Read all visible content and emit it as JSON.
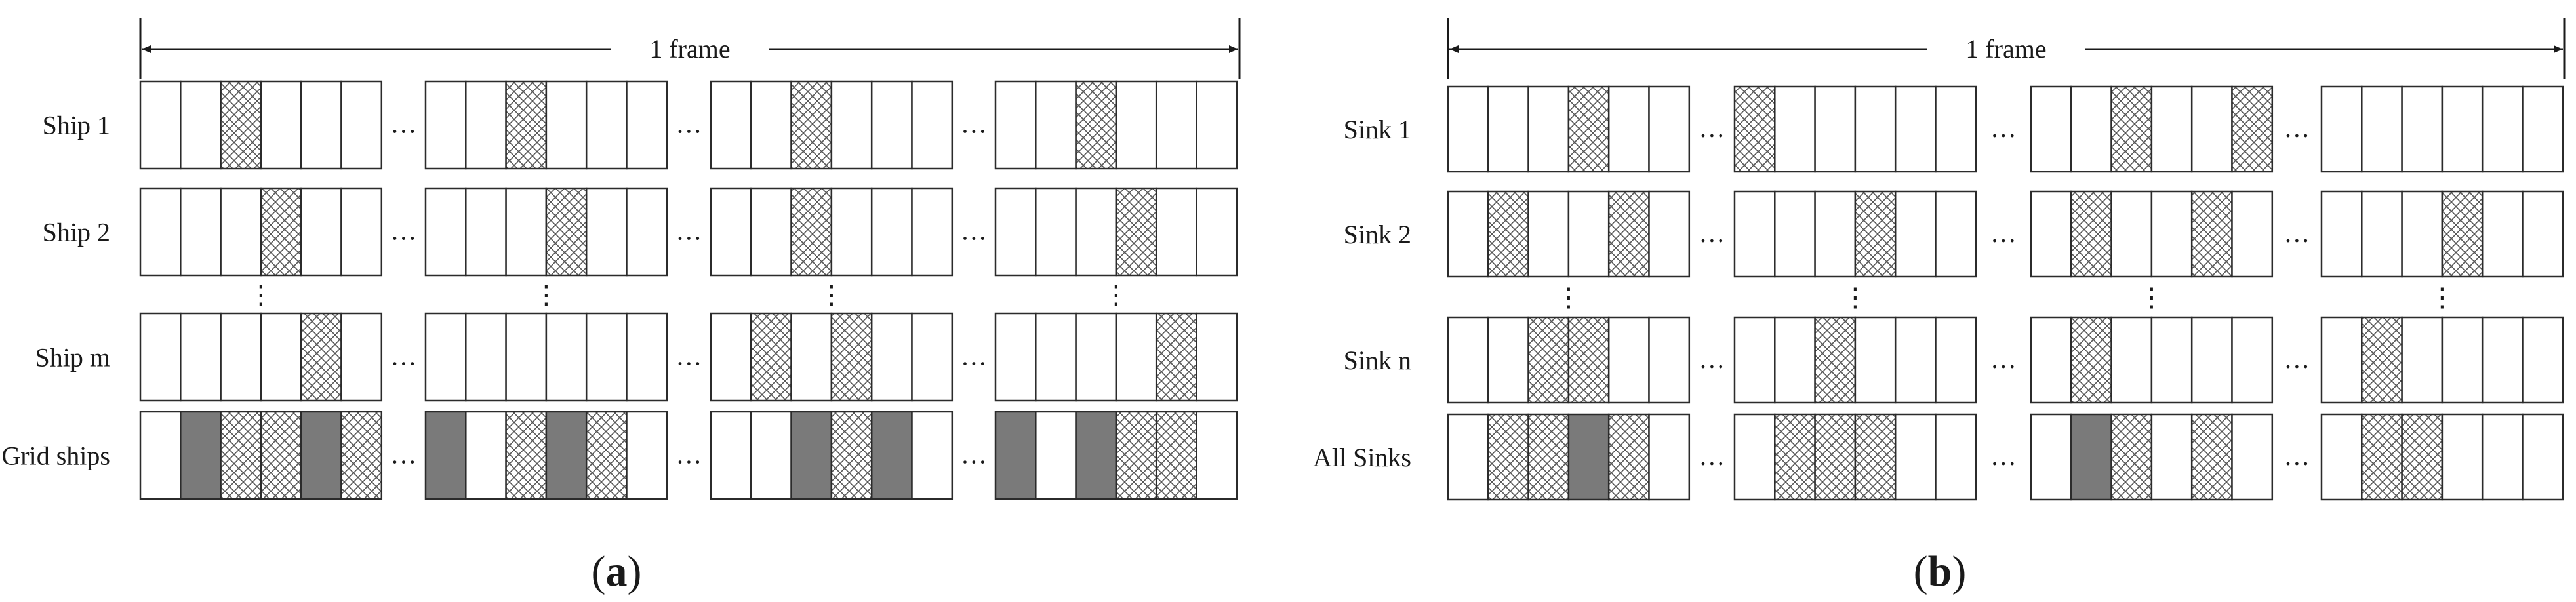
{
  "colors": {
    "line": "#2b2b2b",
    "fill_solid": "#7a7a7a",
    "hatch": "#555555",
    "empty": "#ffffff"
  },
  "ellipsis": "…",
  "vdots": "⋮",
  "legend_note": "",
  "panels": [
    {
      "id": "a",
      "frame_label": "1 frame",
      "caption_text": "a",
      "rows": [
        {
          "label": "Ship 1",
          "groups": [
            [
              "E",
              "E",
              "H",
              "E",
              "E",
              "E"
            ],
            [
              "E",
              "E",
              "H",
              "E",
              "E",
              "E"
            ],
            [
              "E",
              "E",
              "H",
              "E",
              "E",
              "E"
            ],
            [
              "E",
              "E",
              "H",
              "E",
              "E",
              "E"
            ]
          ]
        },
        {
          "label": "Ship 2",
          "groups": [
            [
              "E",
              "E",
              "E",
              "H",
              "E",
              "E"
            ],
            [
              "E",
              "E",
              "E",
              "H",
              "E",
              "E"
            ],
            [
              "E",
              "E",
              "H",
              "E",
              "E",
              "E"
            ],
            [
              "E",
              "E",
              "E",
              "H",
              "E",
              "E"
            ]
          ]
        },
        {
          "label": "Ship m",
          "groups": [
            [
              "E",
              "E",
              "E",
              "E",
              "H",
              "E"
            ],
            [
              "E",
              "E",
              "E",
              "E",
              "E",
              "E"
            ],
            [
              "E",
              "H",
              "E",
              "H",
              "E",
              "E"
            ],
            [
              "E",
              "E",
              "E",
              "E",
              "H",
              "E"
            ]
          ]
        },
        {
          "label": "Grid ships",
          "groups": [
            [
              "E",
              "S",
              "H",
              "H",
              "S",
              "H"
            ],
            [
              "S",
              "E",
              "H",
              "S",
              "H",
              "E"
            ],
            [
              "E",
              "E",
              "S",
              "H",
              "S",
              "E"
            ],
            [
              "S",
              "E",
              "S",
              "H",
              "H",
              "E"
            ]
          ]
        }
      ]
    },
    {
      "id": "b",
      "frame_label": "1 frame",
      "caption_text": "b",
      "rows": [
        {
          "label": "Sink 1",
          "groups": [
            [
              "E",
              "E",
              "E",
              "H",
              "E",
              "E"
            ],
            [
              "H",
              "E",
              "E",
              "E",
              "E",
              "E"
            ],
            [
              "E",
              "E",
              "H",
              "E",
              "E",
              "H"
            ],
            [
              "E",
              "E",
              "E",
              "E",
              "E",
              "E"
            ]
          ]
        },
        {
          "label": "Sink 2",
          "groups": [
            [
              "E",
              "H",
              "E",
              "E",
              "H",
              "E"
            ],
            [
              "E",
              "E",
              "E",
              "H",
              "E",
              "E"
            ],
            [
              "E",
              "H",
              "E",
              "E",
              "H",
              "E"
            ],
            [
              "E",
              "E",
              "E",
              "H",
              "E",
              "E"
            ]
          ]
        },
        {
          "label": "Sink n",
          "groups": [
            [
              "E",
              "E",
              "H",
              "H",
              "E",
              "E"
            ],
            [
              "E",
              "E",
              "H",
              "E",
              "E",
              "E"
            ],
            [
              "E",
              "H",
              "E",
              "E",
              "E",
              "E"
            ],
            [
              "E",
              "H",
              "E",
              "E",
              "E",
              "E"
            ]
          ]
        },
        {
          "label": "All  Sinks",
          "groups": [
            [
              "E",
              "H",
              "H",
              "S",
              "H",
              "E"
            ],
            [
              "E",
              "H",
              "H",
              "H",
              "E",
              "E"
            ],
            [
              "E",
              "S",
              "H",
              "E",
              "H",
              "E"
            ],
            [
              "E",
              "H",
              "H",
              "E",
              "E",
              "E"
            ]
          ]
        }
      ]
    }
  ]
}
